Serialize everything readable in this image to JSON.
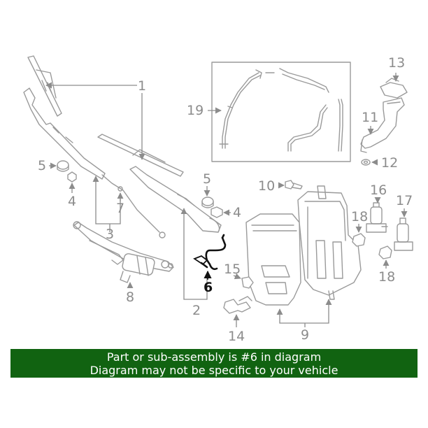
{
  "banner": {
    "line1": "Part or sub-assembly is #6 in diagram",
    "line2": "Diagram may not be specific to your vehicle",
    "color": "#116311"
  },
  "callouts": {
    "c1": "1",
    "c2": "2",
    "c3": "3",
    "c4a": "4",
    "c4b": "4",
    "c5a": "5",
    "c5b": "5",
    "c6": "6",
    "c7": "7",
    "c8": "8",
    "c9": "9",
    "c10": "10",
    "c11": "11",
    "c12": "12",
    "c13": "13",
    "c14": "14",
    "c15": "15",
    "c16": "16",
    "c17": "17",
    "c18a": "18",
    "c18b": "18",
    "c19": "19"
  },
  "highlight_color": "#111111"
}
